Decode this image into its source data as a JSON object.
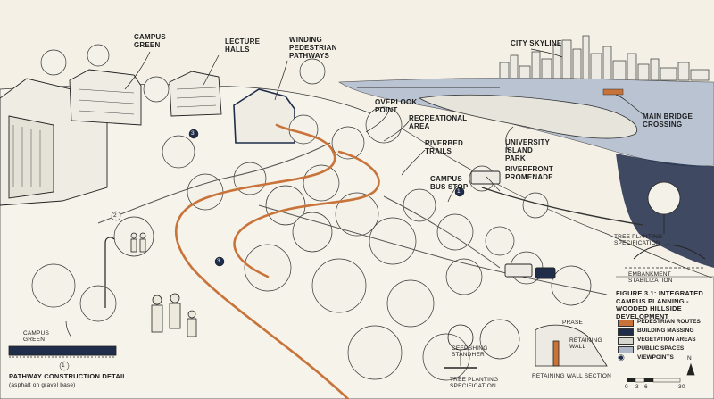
{
  "labels": {
    "campus_green": "CAMPUS GREEN",
    "lecture_halls": "LECTURE HALLS",
    "winding_pathways": "WINDING PEDESTRIAN PATHWAYS",
    "city_skyline": "CITY SKYLINE",
    "overlook_point": "OVERLOOK POINT",
    "recreational_area": "RECREATIONAL AREA",
    "riverbed_trails": "RIVERBED TRAILS",
    "university_island_park": "UNIVERSITY ISLAND PARK",
    "main_bridge_crossing": "MAIN BRIDGE CROSSING",
    "campus_bus_stop": "CAMPUS BUS STOP",
    "riverfront_promenade": "RIVERFRONT PROMENADE",
    "tree_planting_spec_right": "TREE PLANTING SPECIFICATION",
    "embankment_stabilization": "EMBANKMENT STABILIZATION",
    "pathway_detail_title": "PATHWAY CONSTRUCTION DETAIL",
    "pathway_detail_sub": "(asphalt on gravel base)",
    "pathway_detail_inner": "CAMPUS GREEN",
    "tree_planting_spec_bottom": "TREE PLANTING SPECIFICATION",
    "tree_detail_inner": "CEEDSHING STANDHER",
    "retaining_wall_section": "RETAINING WALL SECTION",
    "retaining_wall": "RETAINING WALL",
    "prase": "PRASE"
  },
  "markers": [
    "3",
    "2",
    "3",
    "1",
    "1"
  ],
  "figure_title": "FIGURE 3.1: INTEGRATED CAMPUS PLANNING - WOODED HILLSIDE DEVELOPMENT",
  "legend": [
    {
      "label": "PEDESTRIAN ROUTES",
      "color": "#c8733a"
    },
    {
      "label": "BUILDING MASSING",
      "color": "#1f2d4a"
    },
    {
      "label": "VEGETATION AREAS",
      "color": "#d6d8cf"
    },
    {
      "label": "PUBLIC SPACES",
      "color": "#aeb8c8"
    },
    {
      "label": "VIEWPOINTS",
      "color": "#1f2d4a"
    }
  ],
  "north": "N",
  "scale_ticks": [
    "0",
    "3",
    "6",
    "30"
  ],
  "colors": {
    "background": "#f4f0e6",
    "river": "#b9c3d1",
    "path": "#c8733a",
    "ink": "#1c1c1c",
    "navy": "#1f2d4a"
  }
}
